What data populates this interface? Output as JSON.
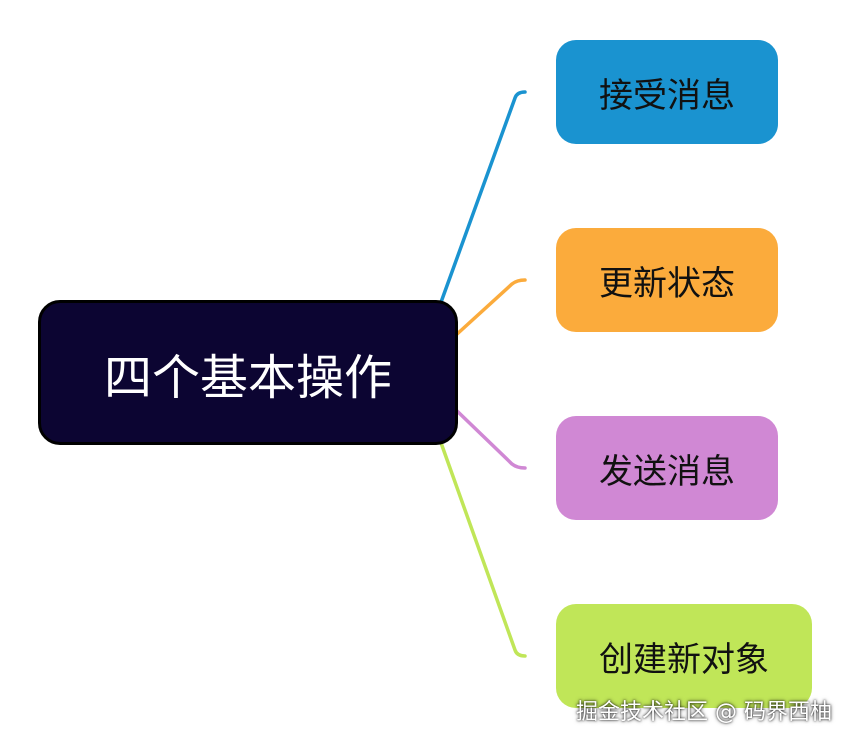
{
  "root": {
    "label": "四个基本操作",
    "color": "#0c0532"
  },
  "branches": [
    {
      "label": "接受消息",
      "color": "#1a93d0"
    },
    {
      "label": "更新状态",
      "color": "#fbab3c"
    },
    {
      "label": "发送消息",
      "color": "#d088d4"
    },
    {
      "label": "创建新对象",
      "color": "#c0e658"
    }
  ],
  "watermark": "掘金技术社区 @ 码界西柚"
}
